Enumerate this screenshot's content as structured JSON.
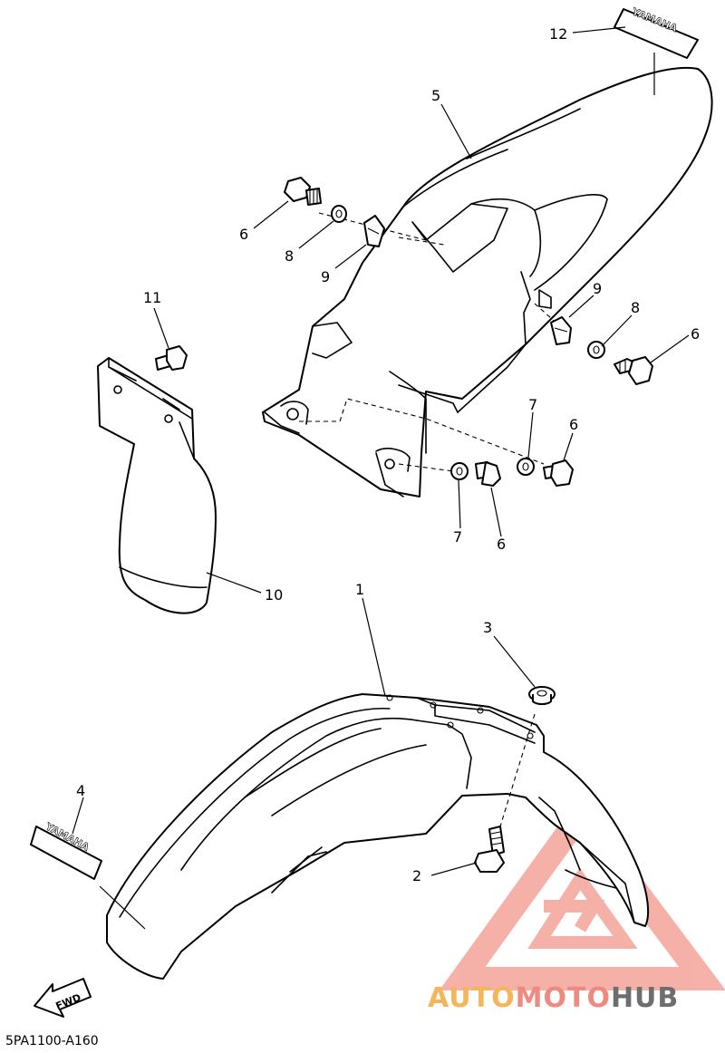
{
  "diagram": {
    "code": "5PA1100-A160",
    "fwd_label": "FWD",
    "decal_text": "YAMAHA",
    "callouts": [
      "1",
      "2",
      "3",
      "4",
      "5",
      "6",
      "7",
      "8",
      "9",
      "10",
      "11",
      "12"
    ]
  },
  "watermark": {
    "part_a": "AUTO",
    "part_b": "MOTO",
    "part_c": "HUB",
    "colors": {
      "auto": "#f5b55a",
      "moto": "#f08a80",
      "hub": "#6e6e6e",
      "logo": "#f4a39a"
    }
  }
}
